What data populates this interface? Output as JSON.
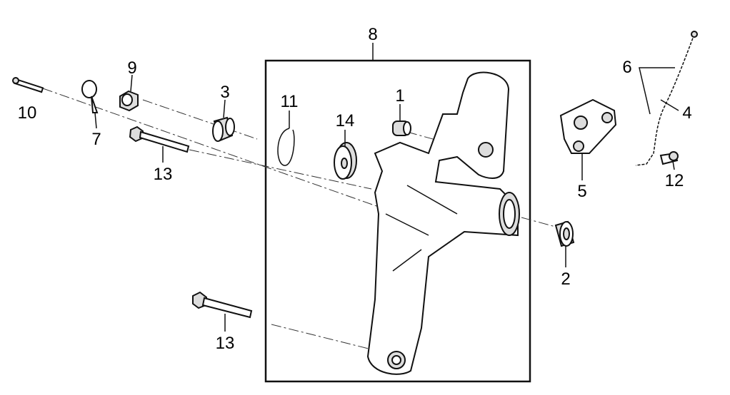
{
  "diagram": {
    "type": "exploded parts diagram",
    "callouts": {
      "c1": "1",
      "c2": "2",
      "c3": "3",
      "c4": "4",
      "c5": "5",
      "c6": "6",
      "c7": "7",
      "c8": "8",
      "c9": "9",
      "c10": "10",
      "c11": "11",
      "c12": "12",
      "c13a": "13",
      "c13b": "13",
      "c14": "14"
    }
  }
}
